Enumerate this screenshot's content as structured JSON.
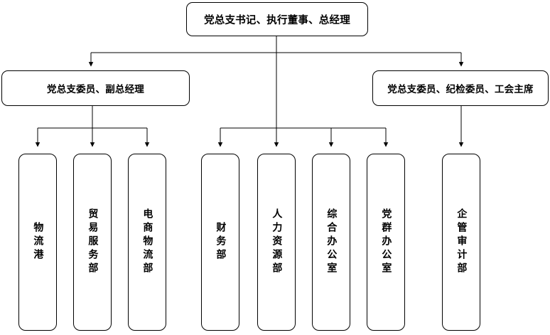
{
  "chart_data": {
    "type": "diagram",
    "title": "",
    "orientation": "top-down org chart",
    "levels": 3,
    "nodes": [
      {
        "id": "n0",
        "level": 0,
        "label": "党总支书记、执行董事、总经理",
        "orientation": "horizontal",
        "parent": null
      },
      {
        "id": "n1",
        "level": 1,
        "label": "党总支委员、副总经理",
        "orientation": "horizontal",
        "parent": "n0"
      },
      {
        "id": "n2",
        "level": 1,
        "label": "党总支委员、纪检委员、工会主席",
        "orientation": "horizontal",
        "parent": "n0"
      },
      {
        "id": "d1",
        "level": 2,
        "label": "物流港",
        "orientation": "vertical",
        "parent": "n1"
      },
      {
        "id": "d2",
        "level": 2,
        "label": "贸易服务部",
        "orientation": "vertical",
        "parent": "n1"
      },
      {
        "id": "d3",
        "level": 2,
        "label": "电商物流部",
        "orientation": "vertical",
        "parent": "n1"
      },
      {
        "id": "d4",
        "level": 2,
        "label": "财务部",
        "orientation": "vertical",
        "parent": "n0"
      },
      {
        "id": "d5",
        "level": 2,
        "label": "人力资源部",
        "orientation": "vertical",
        "parent": "n0"
      },
      {
        "id": "d6",
        "level": 2,
        "label": "综合办公室",
        "orientation": "vertical",
        "parent": "n0"
      },
      {
        "id": "d7",
        "level": 2,
        "label": "党群办公室",
        "orientation": "vertical",
        "parent": "n0"
      },
      {
        "id": "d8",
        "level": 2,
        "label": "企管审计部",
        "orientation": "vertical",
        "parent": "n2"
      }
    ],
    "edges": [
      {
        "from": "n0",
        "to": "n1",
        "style": "elbow-arrow"
      },
      {
        "from": "n0",
        "to": "n2",
        "style": "elbow-arrow"
      },
      {
        "from": "n1",
        "to": "d1",
        "style": "elbow-arrow"
      },
      {
        "from": "n1",
        "to": "d2",
        "style": "straight-arrow"
      },
      {
        "from": "n1",
        "to": "d3",
        "style": "elbow-arrow"
      },
      {
        "from": "n0",
        "to": "d4",
        "style": "elbow-arrow"
      },
      {
        "from": "n0",
        "to": "d5",
        "style": "straight-arrow"
      },
      {
        "from": "n0",
        "to": "d6",
        "style": "elbow-arrow"
      },
      {
        "from": "n0",
        "to": "d7",
        "style": "elbow-arrow"
      },
      {
        "from": "n2",
        "to": "d8",
        "style": "straight-arrow"
      }
    ],
    "colors": {
      "stroke": "#000000",
      "fill": "#ffffff",
      "text": "#000000"
    }
  },
  "top": {
    "label": "党总支书记、执行董事、总经理"
  },
  "middle": {
    "left_label": "党总支委员、副总经理",
    "right_label": "党总支委员、纪检委员、工会主席"
  },
  "departments": [
    {
      "label": "物流港"
    },
    {
      "label": "贸易服务部"
    },
    {
      "label": "电商物流部"
    },
    {
      "label": "财务部"
    },
    {
      "label": "人力资源部"
    },
    {
      "label": "综合办公室"
    },
    {
      "label": "党群办公室"
    },
    {
      "label": "企管审计部"
    }
  ]
}
